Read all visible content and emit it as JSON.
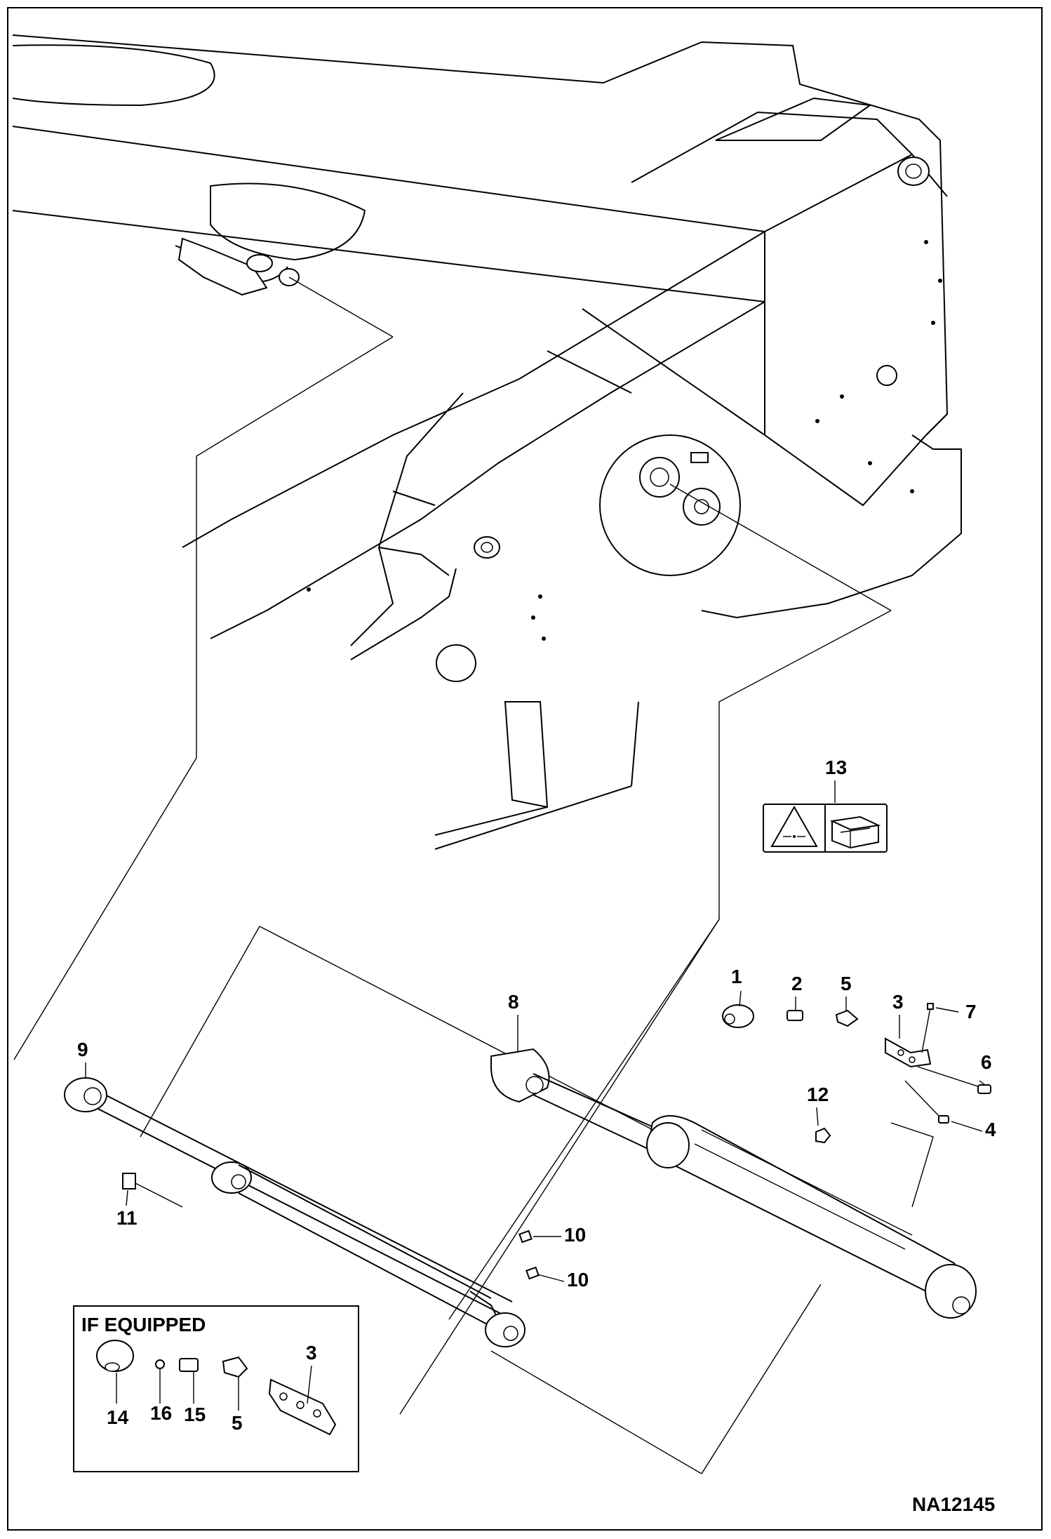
{
  "figure": {
    "drawing_number": "NA12145",
    "inset_title": "IF EQUIPPED"
  },
  "callouts": [
    {
      "id": "1",
      "label": "1"
    },
    {
      "id": "2",
      "label": "2"
    },
    {
      "id": "3",
      "label": "3"
    },
    {
      "id": "4",
      "label": "4"
    },
    {
      "id": "5",
      "label": "5"
    },
    {
      "id": "6",
      "label": "6"
    },
    {
      "id": "7",
      "label": "7"
    },
    {
      "id": "8",
      "label": "8"
    },
    {
      "id": "9",
      "label": "9"
    },
    {
      "id": "10a",
      "label": "10"
    },
    {
      "id": "10b",
      "label": "10"
    },
    {
      "id": "11",
      "label": "11"
    },
    {
      "id": "12",
      "label": "12"
    },
    {
      "id": "13",
      "label": "13"
    }
  ],
  "inset_callouts": [
    {
      "id": "14",
      "label": "14"
    },
    {
      "id": "16",
      "label": "16"
    },
    {
      "id": "15",
      "label": "15"
    },
    {
      "id": "5i",
      "label": "5"
    },
    {
      "id": "3i",
      "label": "3"
    }
  ],
  "icons": {
    "decal": "warning-decal-icon",
    "manual": "operator-manual-icon"
  }
}
